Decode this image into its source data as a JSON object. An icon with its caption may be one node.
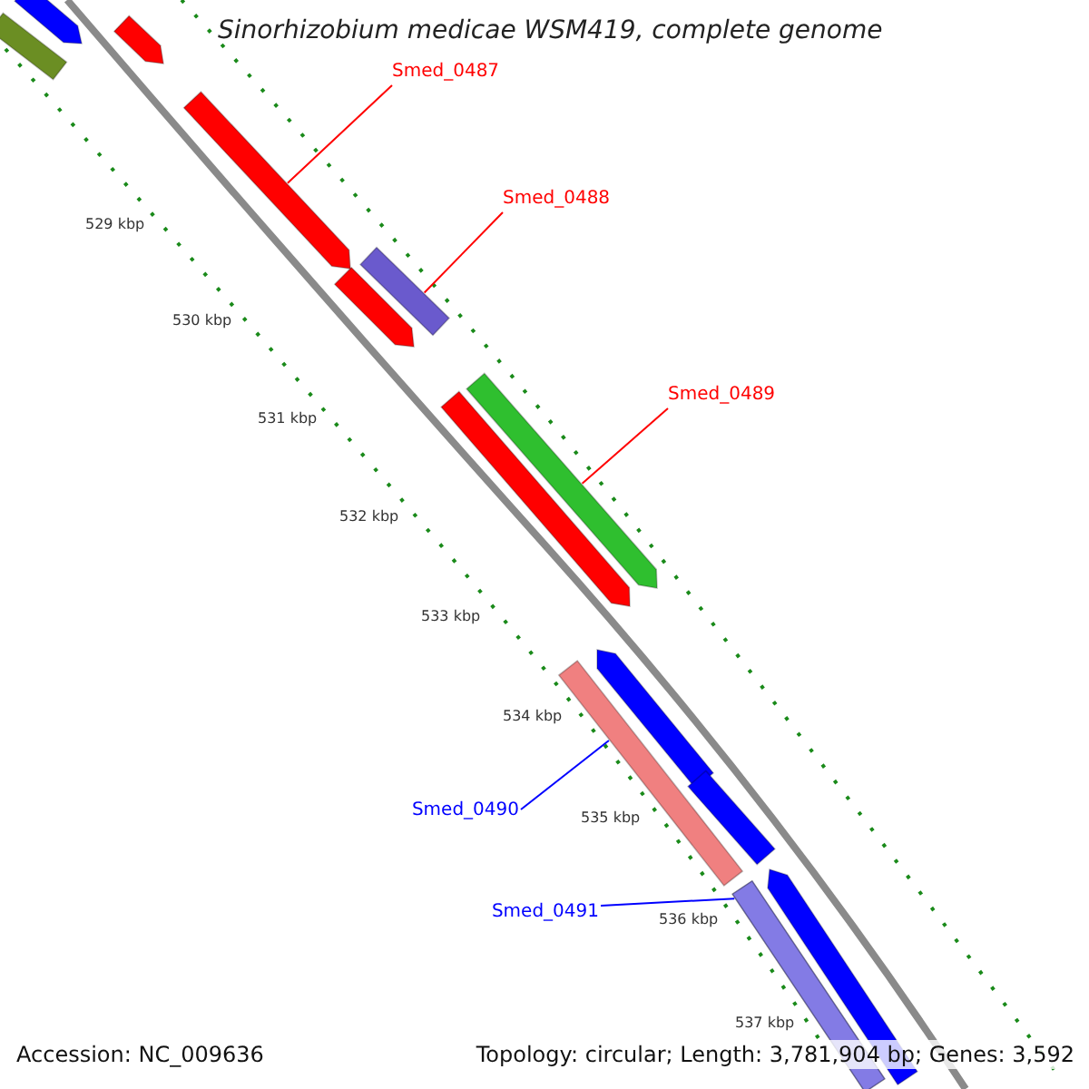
{
  "diagram": {
    "title": "Sinorhizobium medicae WSM419, complete genome",
    "nodes": [
      {
        "text": [
          "Smed_0487"
        ]
      },
      {
        "text": [],
        "shape": "bar"
      },
      {
        "text": [
          "Smed_0488"
        ]
      },
      {
        "text": [],
        "shape": "bar"
      },
      {
        "text": [
          "Smed_0489"
        ]
      },
      {
        "text": [],
        "shape": "bar"
      },
      {
        "text": [
          "Smed_0490"
        ]
      },
      {
        "text": [],
        "shape": "bar"
      },
      {
        "text": [
          "Smed_0491"
        ]
      },
      {
        "text": [],
        "shape": "bar"
      }
    ],
    "edges": [
      {
        "from": 0,
        "to": 1,
        "arrow": "none"
      },
      {
        "from": 2,
        "to": 3,
        "arrow": "none"
      },
      {
        "from": 4,
        "to": 5,
        "arrow": "none"
      },
      {
        "from": 6,
        "to": 7,
        "arrow": "none",
        "color": "#0000ff"
      },
      {
        "from": 8,
        "to": 9,
        "arrow": "none",
        "color": "#0000ff"
      }
    ],
    "labels": [
      "529 kbp",
      "530 kbp",
      "531 kbp",
      "532 kbp",
      "533 kbp",
      "534 kbp",
      "535 kbp",
      "536 kbp",
      "537 kbp",
      "Accession: NC_009636",
      "Topology: circular; Length: 3,781,904 bp; Genes: 3,592"
    ]
  }
}
